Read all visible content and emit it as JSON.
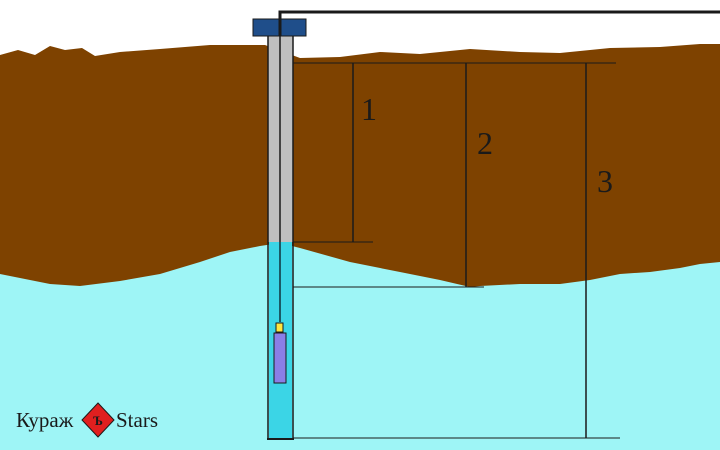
{
  "diagram": {
    "labels": {
      "one": "1",
      "two": "2",
      "three": "3"
    },
    "logo": {
      "left": "Кураж",
      "glyph": "Ъ",
      "right": "Stars"
    }
  },
  "colors": {
    "soil": "#7e4200",
    "water": "#9ef5f6",
    "casing": "#c0c0c0",
    "casing_water": "#3bd5e6",
    "wellhead": "#1f4e8a",
    "pump": "#8a7fe6",
    "pump_top": "#ffe640",
    "logo_red": "#e01f1f"
  }
}
